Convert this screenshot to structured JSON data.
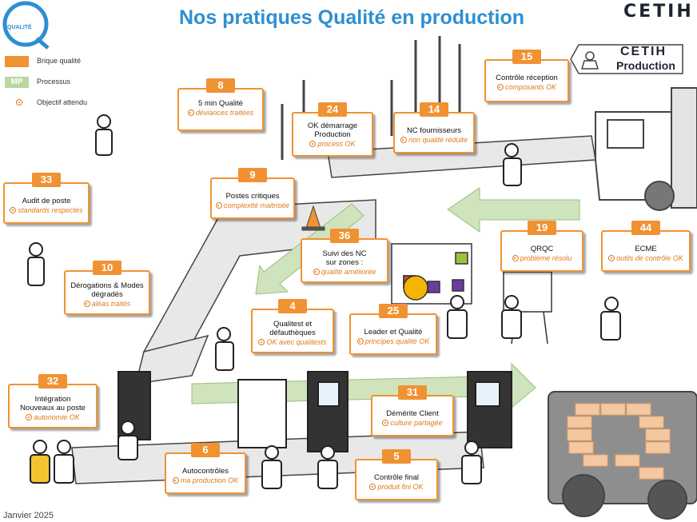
{
  "header": {
    "title": "Nos pratiques Qualité en production",
    "brand": "CETIH",
    "logo_text": "QUALITÉ"
  },
  "legend": {
    "brique_label": "Brique qualité",
    "processus_label": "Processus",
    "processus_tag": "MP",
    "objectif_label": "Objectif attendu"
  },
  "production_badge": {
    "brand": "CETIH",
    "label": "Production"
  },
  "cards": [
    {
      "num": "8",
      "label": "5 min Qualité",
      "objective": "déviances traitées"
    },
    {
      "num": "24",
      "label": "OK démarrage Production",
      "objective": "process OK"
    },
    {
      "num": "14",
      "label": "NC fournisseurs",
      "objective": "non qualité réduite"
    },
    {
      "num": "15",
      "label": "Contrôle réception",
      "objective": "composants OK"
    },
    {
      "num": "33",
      "label": "Audit de poste",
      "objective": "standards respectés"
    },
    {
      "num": "9",
      "label": "Postes critiques",
      "objective": "complexité maitrisée"
    },
    {
      "num": "36",
      "label": "Suivi des NC sur zones :",
      "objective": "qualité améliorée"
    },
    {
      "num": "19",
      "label": "QRQC",
      "objective": "problème résolu"
    },
    {
      "num": "44",
      "label": "ECME",
      "objective": "outils de contrôle OK"
    },
    {
      "num": "10",
      "label": "Dérogations & Modes dégradés",
      "objective": "aléas traités"
    },
    {
      "num": "4",
      "label": "Qualitest et défauthèques",
      "objective": "OK avec qualitests"
    },
    {
      "num": "25",
      "label": "Leader et Qualité",
      "objective": "principes qualité OK"
    },
    {
      "num": "32",
      "label": "Intégration Nouveaux au poste",
      "objective": "autonomie OK"
    },
    {
      "num": "31",
      "label": "Démérite Client",
      "objective": "culture partagée"
    },
    {
      "num": "6",
      "label": "Autocontrôles",
      "objective": "ma production OK"
    },
    {
      "num": "5",
      "label": "Contrôle final",
      "objective": "produit fini OK"
    }
  ],
  "footer": {
    "date": "Janvier 2025"
  },
  "colors": {
    "orange": "#f09232",
    "blue": "#2e8fd1",
    "process_green": "#b9d7a0",
    "navy": "#1d2433"
  }
}
